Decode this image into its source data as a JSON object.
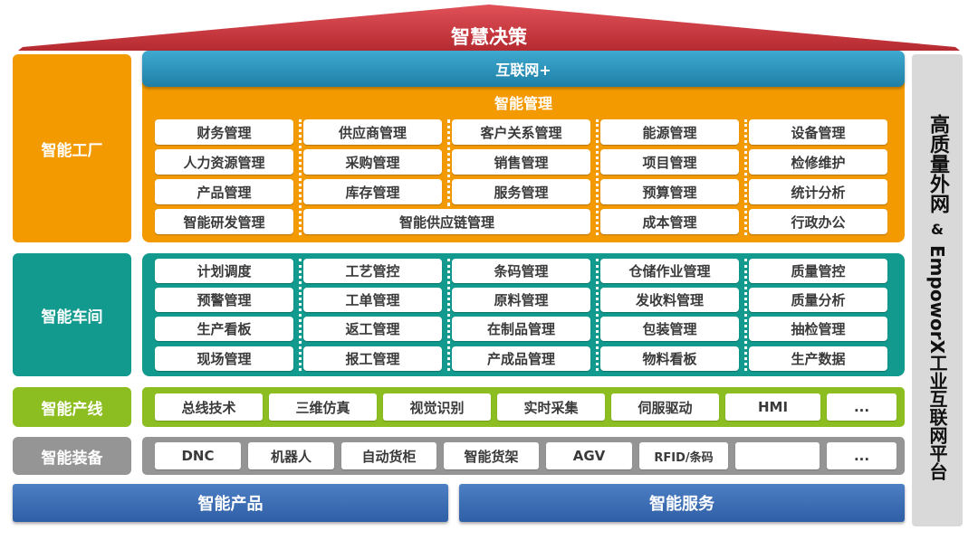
{
  "title": "智慧决策",
  "colors": {
    "roof": "#c8343a",
    "orange": "#f39a00",
    "teal": "#129a8e",
    "green": "#8cbe22",
    "gray": "#959595",
    "blue": "#3d6db4",
    "topbar": "#2c93b7",
    "side_gray": "#d9d9d9"
  },
  "layers": {
    "factory": {
      "label": "智能工厂",
      "internet_plus": "互联网+",
      "management_title": "智能管理",
      "rows": [
        [
          "财务管理",
          "供应商管理",
          "客户关系管理",
          "能源管理",
          "设备管理"
        ],
        [
          "人力资源管理",
          "采购管理",
          "销售管理",
          "项目管理",
          "检修维护"
        ],
        [
          "产品管理",
          "库存管理",
          "服务管理",
          "预算管理",
          "统计分析"
        ],
        [
          "智能研发管理",
          "智能供应链管理",
          "成本管理",
          "行政办公"
        ]
      ]
    },
    "workshop": {
      "label": "智能车间",
      "rows": [
        [
          "计划调度",
          "工艺管控",
          "条码管理",
          "仓储作业管理",
          "质量管控"
        ],
        [
          "预警管理",
          "工单管理",
          "原料管理",
          "发收料管理",
          "质量分析"
        ],
        [
          "生产看板",
          "返工管理",
          "在制品管理",
          "包装管理",
          "抽检管理"
        ],
        [
          "现场管理",
          "报工管理",
          "产成品管理",
          "物料看板",
          "生产数据"
        ]
      ]
    },
    "line": {
      "label": "智能产线",
      "items": [
        "总线技术",
        "三维仿真",
        "视觉识别",
        "实时采集",
        "伺服驱动",
        "HMI",
        "..."
      ]
    },
    "equipment": {
      "label": "智能装备",
      "items": [
        "DNC",
        "机器人",
        "自动货柜",
        "智能货架",
        "AGV",
        "RFID/条码",
        "",
        "..."
      ]
    }
  },
  "bottom": {
    "products": "智能产品",
    "services": "智能服务"
  },
  "side_panel": {
    "line1": "高质量外网",
    "amp": "&",
    "line2": "EmpoworX工业互联网平台"
  }
}
